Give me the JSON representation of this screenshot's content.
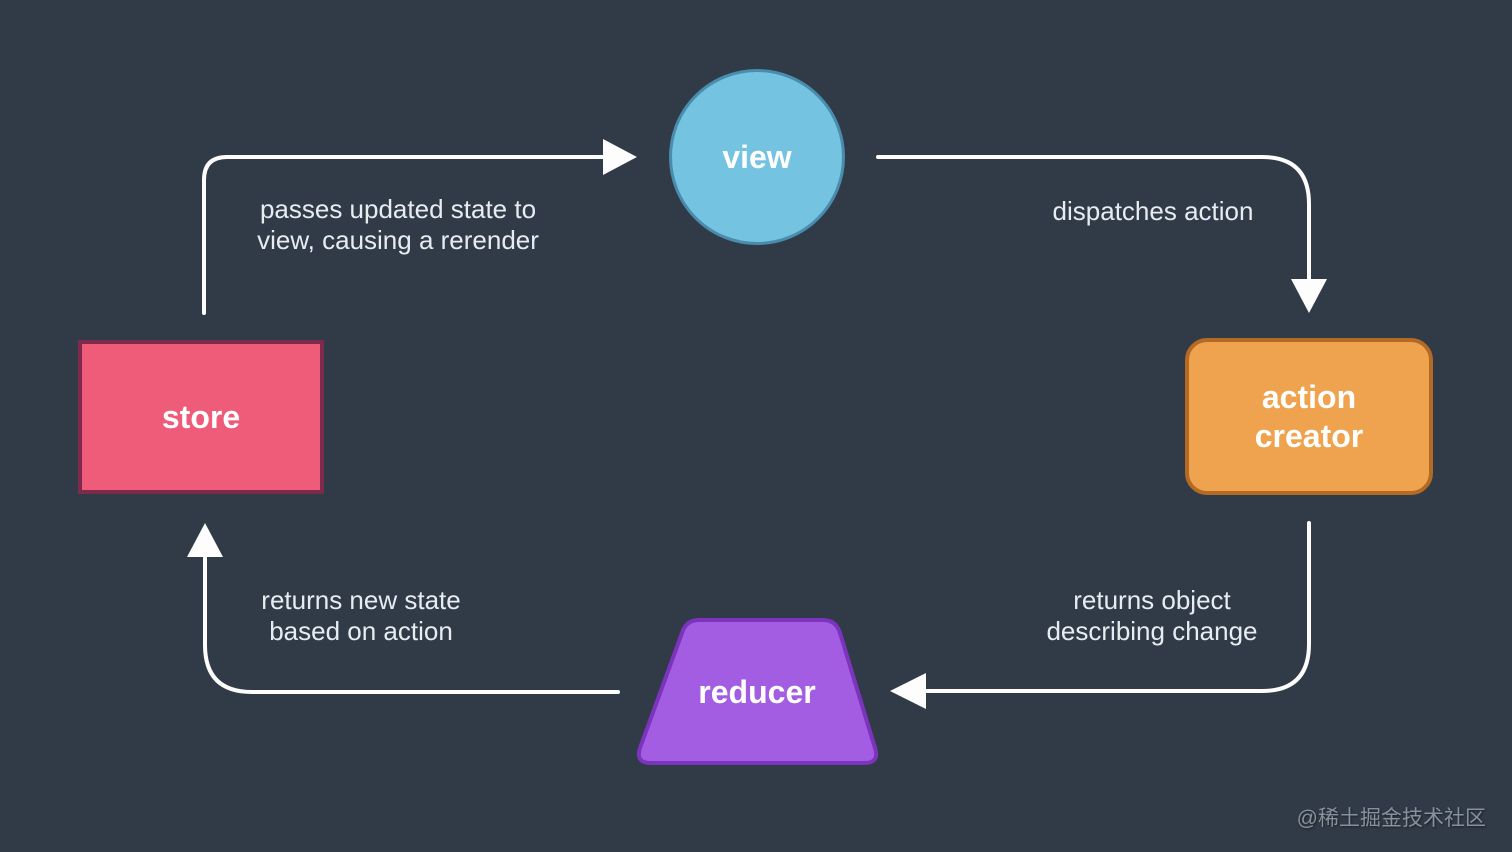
{
  "diagram": {
    "nodes": {
      "view": {
        "label": "view",
        "shape": "circle",
        "fill": "#74c3e0",
        "stroke": "#4a8cad"
      },
      "store": {
        "label": "store",
        "shape": "rectangle",
        "fill": "#ee5c7a",
        "stroke": "#7e2a4c"
      },
      "action_creator": {
        "label": "action\ncreator",
        "shape": "rounded-rectangle",
        "fill": "#f0a34f",
        "stroke": "#b36a24"
      },
      "reducer": {
        "label": "reducer",
        "shape": "trapezoid",
        "fill": "#a35de2",
        "stroke": "#7c33bd"
      }
    },
    "edges": [
      {
        "from": "store",
        "to": "view",
        "label": "passes updated state to\nview, causing a rerender"
      },
      {
        "from": "view",
        "to": "action_creator",
        "label": "dispatches action"
      },
      {
        "from": "action_creator",
        "to": "reducer",
        "label": "returns object\ndescribing change"
      },
      {
        "from": "reducer",
        "to": "store",
        "label": "returns new state\nbased on action"
      }
    ],
    "colors": {
      "background": "#313b48",
      "arrow": "#fdfdfe",
      "text": "#e7ecf1",
      "node_label": "#ffffff"
    }
  },
  "watermark": "@稀土掘金技术社区"
}
